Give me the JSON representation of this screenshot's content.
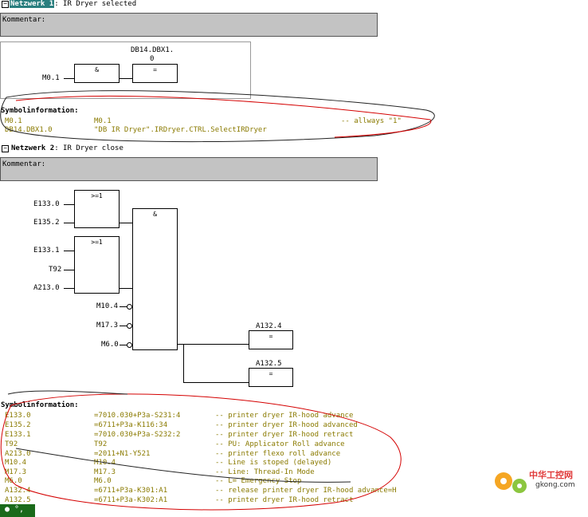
{
  "network1": {
    "toggle": "−",
    "label": "Netzwerk 1",
    "title_suffix": ": IR Dryer selected",
    "comment_label": "Kommentar:",
    "dest_addr_line1": "DB14.DBX1.",
    "dest_addr_line2": "0",
    "and_label": "&",
    "assign_label": "=",
    "input_m01": "M0.1",
    "symbolinfo_header": "Symbolinformation:",
    "symbols": [
      {
        "addr": "M0.1",
        "symbol": "M0.1",
        "comment": "-- allways \"1\""
      },
      {
        "addr": "DB14.DBX1.0",
        "symbol": "\"DB IR Dryer\".IRDryer.CTRL.SelectIRDryer",
        "comment": ""
      }
    ]
  },
  "network2": {
    "toggle": "−",
    "label": "Netzwerk 2",
    "title_suffix": ": IR Dryer close",
    "comment_label": "Kommentar:",
    "or1_label": ">=1",
    "or2_label": ">=1",
    "and_label": "&",
    "inputs": [
      "E133.0",
      "E135.2",
      "E133.1",
      "T92",
      "A213.0",
      "M10.4",
      "M17.3",
      "M6.0"
    ],
    "out1_addr": "A132.4",
    "out2_addr": "A132.5",
    "assign_label": "=",
    "symbolinfo_header": "Symbolinformation:",
    "symbols": [
      {
        "addr": "E133.0",
        "symbol": "=7010.030+P3a-S231:4",
        "comment": "-- printer dryer IR-hood advance"
      },
      {
        "addr": "E135.2",
        "symbol": "=6711+P3a-K116:34",
        "comment": "-- printer dryer IR-hood advanced"
      },
      {
        "addr": "E133.1",
        "symbol": "=7010.030+P3a-S232:2",
        "comment": "-- printer dryer IR-hood retract"
      },
      {
        "addr": "T92",
        "symbol": "T92",
        "comment": "-- PU: Applicator Roll advance"
      },
      {
        "addr": "A213.0",
        "symbol": "=2011+N1-Y521",
        "comment": "-- printer flexo roll advance"
      },
      {
        "addr": "M10.4",
        "symbol": "M10.4",
        "comment": "-- Line is stoped (delayed)"
      },
      {
        "addr": "M17.3",
        "symbol": "M17.3",
        "comment": "-- Line: Thread-In Mode"
      },
      {
        "addr": "M6.0",
        "symbol": "M6.0",
        "comment": "-- L= Emergency Stop"
      },
      {
        "addr": "A132.4",
        "symbol": "=6711+P3a-K301:A1",
        "comment": "-- release printer dryer IR-hood advance=H"
      },
      {
        "addr": "A132.5",
        "symbol": "=6711+P3a-K302:A1",
        "comment": "-- printer dryer IR-hood retract"
      }
    ]
  },
  "watermark": {
    "cn": "中华工控网",
    "url": "gkong.com"
  },
  "bottom_btn": "● °,",
  "colors": {
    "selection": "#2a7f7f",
    "comment_bg": "#c3c3c3",
    "symbol_text": "#8a7a00",
    "annotation": "#d40000"
  }
}
